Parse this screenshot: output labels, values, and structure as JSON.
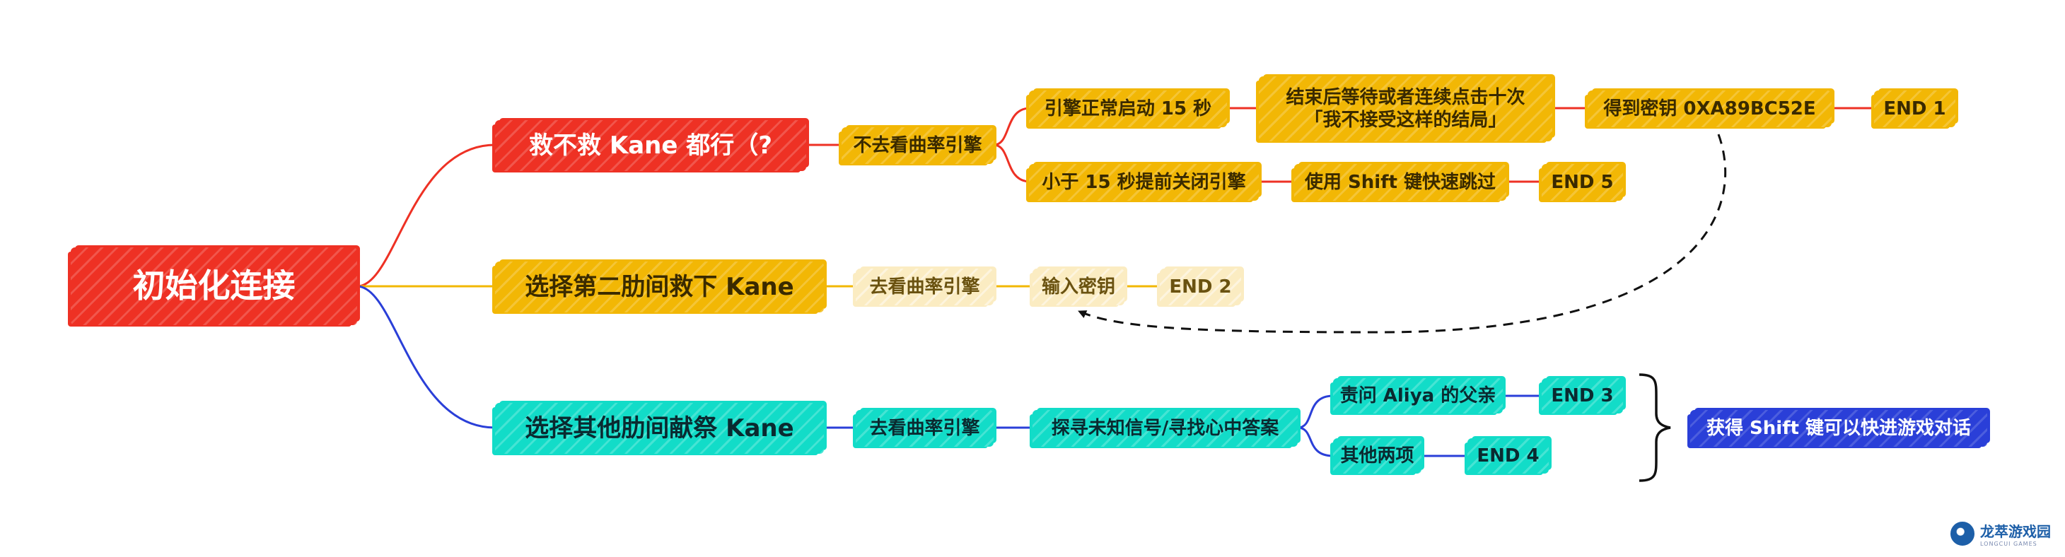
{
  "root": {
    "label": "初始化连接",
    "color": "#ee3124"
  },
  "branches": [
    {
      "label": "救不救 Kane 都行（?",
      "color": "#ee3124",
      "nodes": {
        "no_look": "不去看曲率引擎",
        "engine_normal": "引擎正常启动 15 秒",
        "wait_click_line1": "结束后等待或者连续点击十次",
        "wait_click_line2": "「我不接受这样的结局」",
        "get_key": "得到密钥 0XA89BC52E",
        "end1": "END 1",
        "early_close": "小于 15 秒提前关闭引擎",
        "use_shift": "使用 Shift 键快速跳过",
        "end5": "END 5"
      }
    },
    {
      "label": "选择第二肋间救下 Kane",
      "color": "#f2b705",
      "nodes": {
        "look": "去看曲率引擎",
        "input_key": "输入密钥",
        "end2": "END 2"
      }
    },
    {
      "label": "选择其他肋间献祭 Kane",
      "color": "#12dcc8",
      "nodes": {
        "look": "去看曲率引擎",
        "explore": "探寻未知信号/寻找心中答案",
        "ask_father": "责问 Aliya 的父亲",
        "end3": "END 3",
        "other_two": "其他两项",
        "end4": "END 4"
      }
    }
  ],
  "reward": {
    "label": "获得 Shift 键可以快进游戏对话",
    "color": "#2a3fd8"
  },
  "watermark": {
    "title": "龙萃游戏园",
    "subtitle": "LONGCUI GAMES"
  },
  "line_colors": {
    "red": "#ee3124",
    "yellow": "#f2b705",
    "blue": "#2a3fd8",
    "dashed": "#111111"
  }
}
